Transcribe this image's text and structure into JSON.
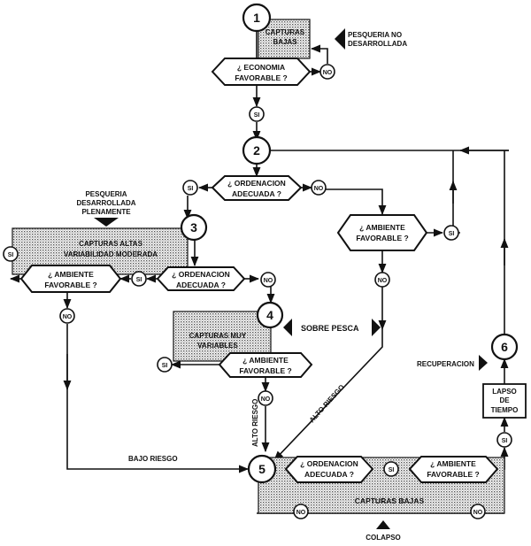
{
  "states": {
    "s1": "1",
    "s2": "2",
    "s3": "3",
    "s4": "4",
    "s5": "5",
    "s6": "6"
  },
  "boxes": {
    "capturas_bajas_top": [
      "CAPTURAS",
      "BAJAS"
    ],
    "capturas_altas": [
      "CAPTURAS ALTAS",
      "VARIABILIDAD MODERADA"
    ],
    "capturas_muy_variables": [
      "CAPTURAS MUY",
      "VARIABLES"
    ],
    "capturas_bajas_bottom": "CAPTURAS BAJAS",
    "lapso": [
      "LAPSO",
      "DE",
      "TIEMPO"
    ]
  },
  "questions": {
    "economia": [
      "¿ ECONOMIA",
      "FAVORABLE ?"
    ],
    "ordenacion_2": [
      "¿ ORDENACION",
      "ADECUADA ?"
    ],
    "ambiente_right": [
      "¿ AMBIENTE",
      "FAVORABLE ?"
    ],
    "ambiente_3": [
      "¿ AMBIENTE",
      "FAVORABLE ?"
    ],
    "ordenacion_3": [
      "¿ ORDENACION",
      "ADECUADA ?"
    ],
    "ambiente_4": [
      "¿ AMBIENTE",
      "FAVORABLE ?"
    ],
    "ordenacion_5": [
      "¿ ORDENACION",
      "ADECUADA ?"
    ],
    "ambiente_5": [
      "¿ AMBIENTE",
      "FAVORABLE ?"
    ]
  },
  "answers": {
    "yes": "SI",
    "no": "NO"
  },
  "labels": {
    "pesqueria_no": [
      "PESQUERIA NO",
      "DESARROLLADA"
    ],
    "pesqueria_des": [
      "PESQUERIA",
      "DESARROLLADA",
      "PLENAMENTE"
    ],
    "sobre_pesca": "SOBRE PESCA",
    "alto_riesgo": "ALTO RIESGO",
    "bajo_riesgo": "BAJO RIESGO",
    "recuperacion": "RECUPERACION",
    "colapso": "COLAPSO"
  }
}
